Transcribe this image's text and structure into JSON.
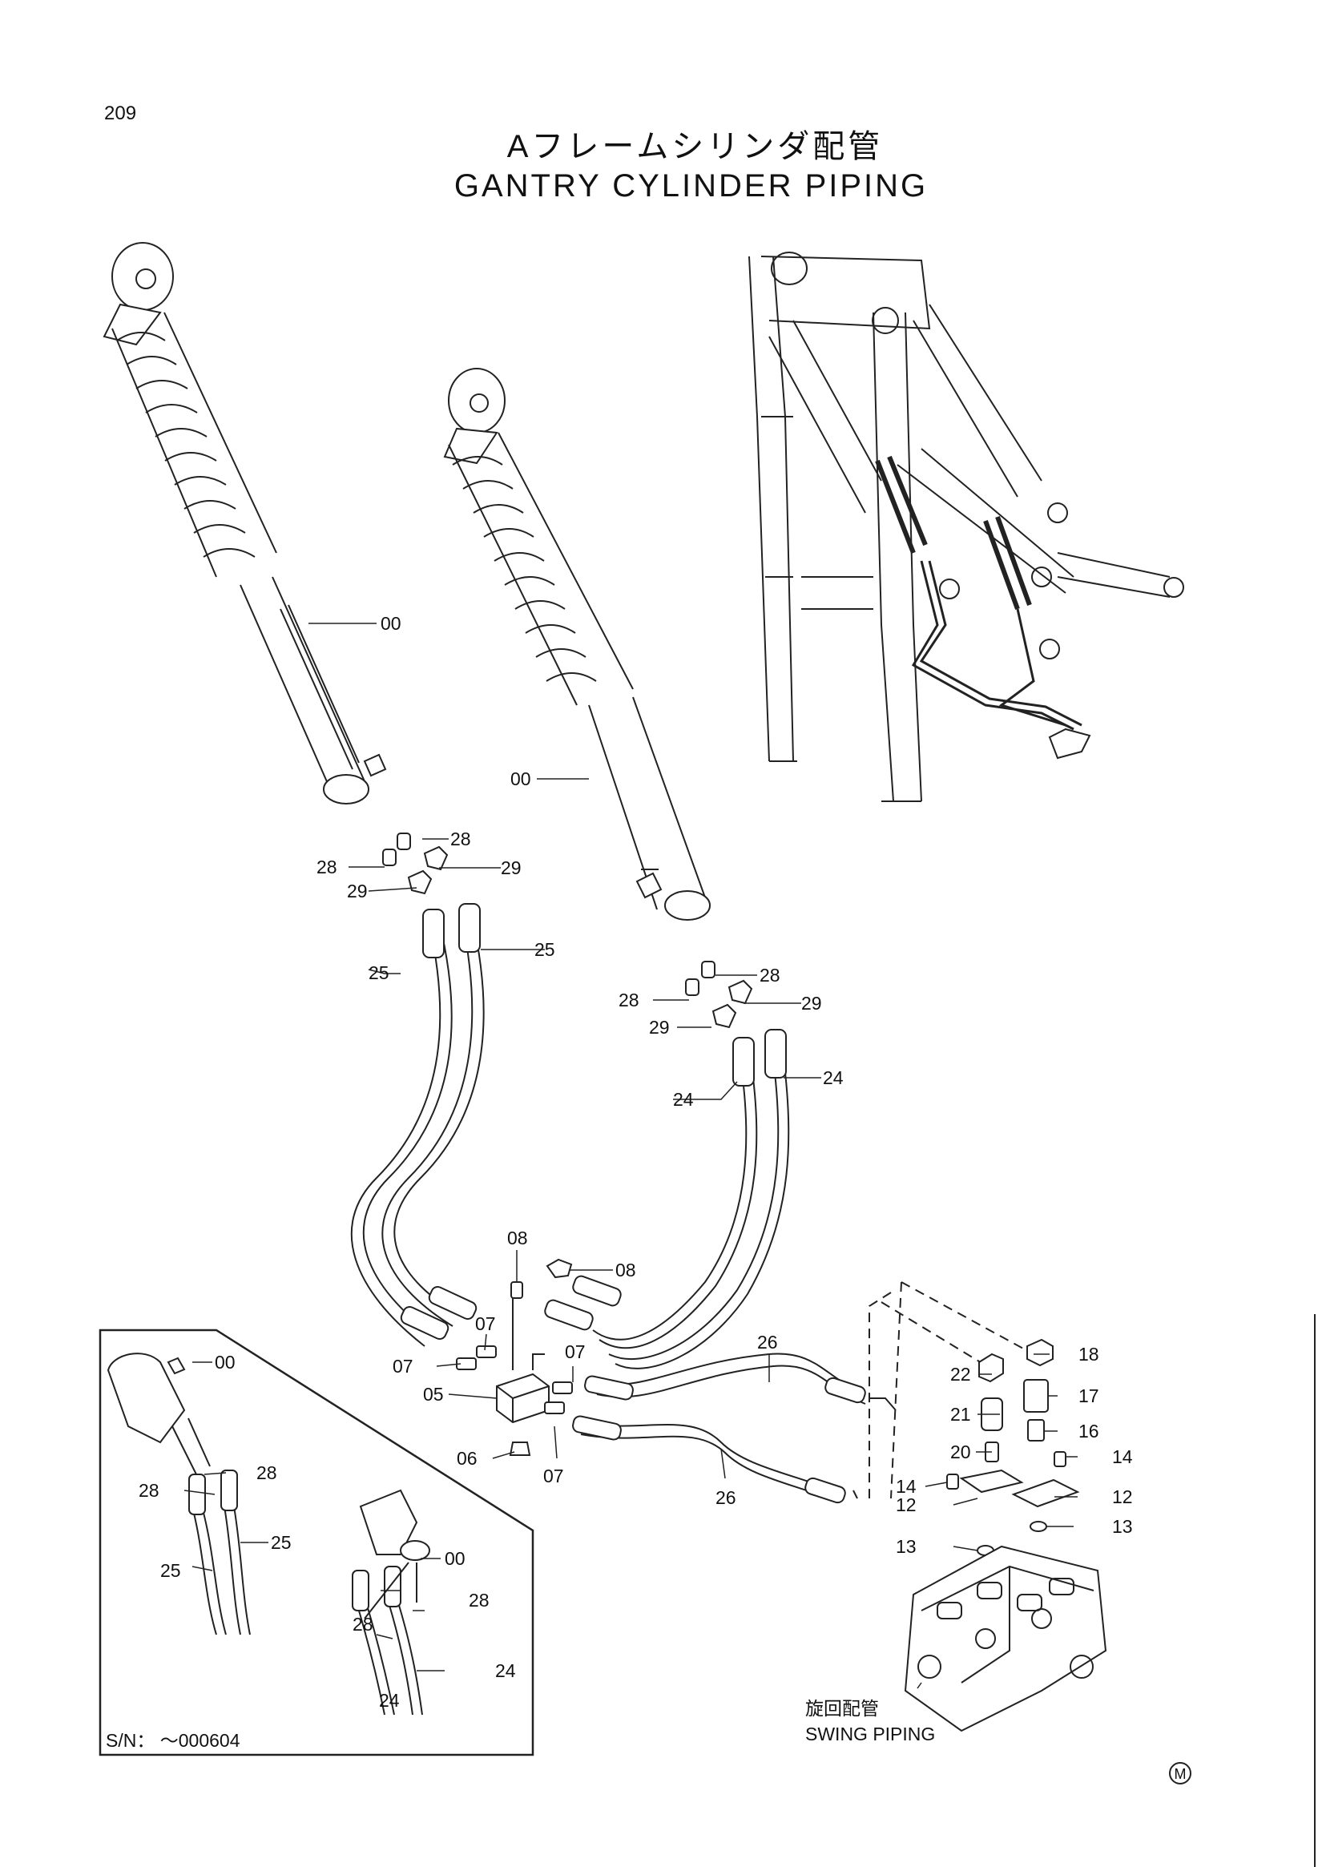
{
  "page_number": "209",
  "title_jp": "Aフレームシリンダ配管",
  "title_en": "GANTRY CYLINDER PIPING",
  "callouts": {
    "c00": "00",
    "c05": "05",
    "c06": "06",
    "c07": "07",
    "c08": "08",
    "c12": "12",
    "c13": "13",
    "c14": "14",
    "c16": "16",
    "c17": "17",
    "c18": "18",
    "c20": "20",
    "c21": "21",
    "c22": "22",
    "c24": "24",
    "c25": "25",
    "c26": "26",
    "c28": "28",
    "c29": "29"
  },
  "inset": {
    "serial_label": "S/N： ～000604"
  },
  "swing_piping": {
    "label_jp": "旋回配管",
    "label_en": "SWING PIPING"
  },
  "mark": "M"
}
